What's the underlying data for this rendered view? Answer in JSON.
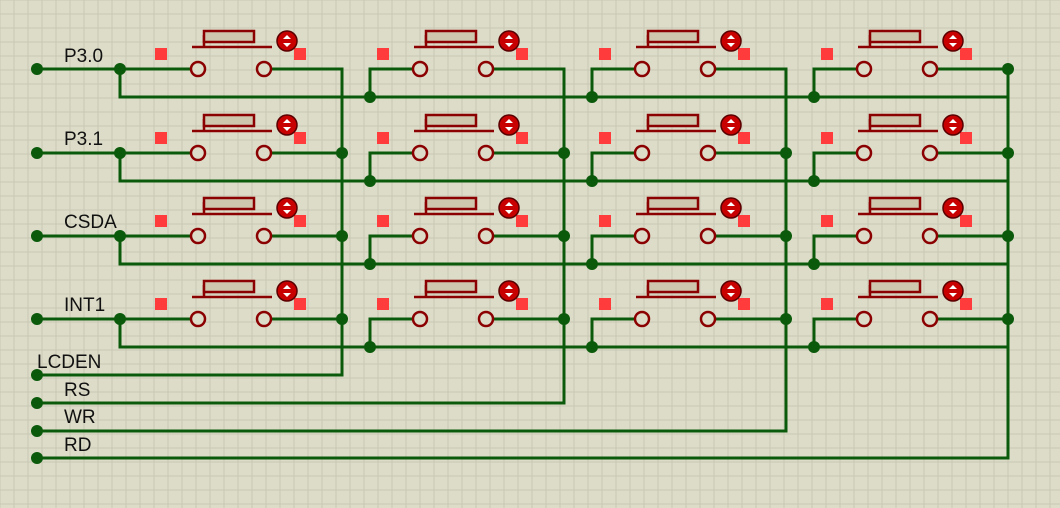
{
  "schematic": {
    "nets": [
      "P3.0",
      "P3.1",
      "CSDA",
      "INT1",
      "LCDEN",
      "RS",
      "WR",
      "RD"
    ],
    "matrix": {
      "rows": 4,
      "cols": 4,
      "component": "push-button"
    },
    "colors": {
      "background": "#dddcc8",
      "grid": "#c9c8b4",
      "wire": "#0b5a0b",
      "component": "#8b0000",
      "button_body": "#cfc6ae",
      "pin_marker": "#ff3b3b",
      "actuator": "#c80000"
    }
  }
}
